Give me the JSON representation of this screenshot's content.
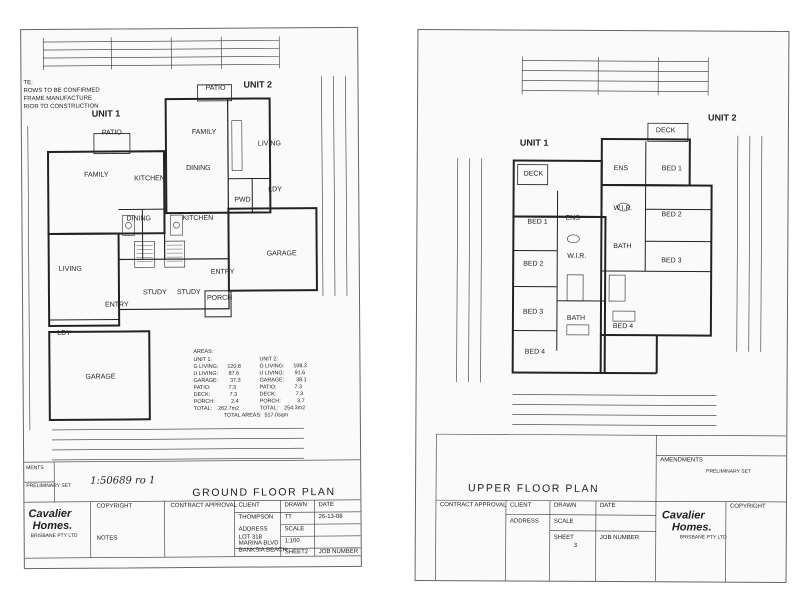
{
  "ground": {
    "notes": [
      "TE:",
      "ROWS TO BE CONFIRMED",
      "FRAME MANUFACTURE",
      "RIOR TO CONSTRUCTION"
    ],
    "unit1": "UNIT 1",
    "unit2": "UNIT 2",
    "rooms": {
      "patio1": "PATIO",
      "patio2": "PATIO",
      "family1": "FAMILY",
      "kitchen1": "KITCHEN",
      "dining1": "DINING",
      "living1": "LIVING",
      "study1": "STUDY",
      "entry1": "ENTRY",
      "ldy1": "LDY",
      "garage1": "GARAGE",
      "family2": "FAMILY",
      "dining2": "DINING",
      "kitchen2": "KITCHEN",
      "living2": "LIVING",
      "ldy2": "LDY",
      "garage2": "GARAGE",
      "study2": "STUDY",
      "entry2": "ENTRY",
      "porch2": "PORCH",
      "pwd2": "PWD"
    },
    "areas_title": "AREAS:",
    "areas_unit1": "UNIT 1:\nG LIVING:      120.8\nU LIVING:       87.6\nGARAGE:        37.3\nPATIO:            7.3\nDECK:             7.3\nPORCH:           2.4\nTOTAL:    262.7m2",
    "areas_unit2": "UNIT 2:\nG LIVING:      108.3\nU LIVING:       91.6\nGARAGE:        38.1\nPATIO:            7.3\nDECK:             7.3\nPORCH:           3.7\nTOTAL:    254.3m2",
    "total_areas": "TOTAL AREAS:  517.0sqm",
    "handwriting": "1:50689 ro 1",
    "title": "GROUND FLOOR PLAN",
    "titleblock": {
      "brand_line1": "Cavalier",
      "brand_line2": "Homes.",
      "brand_sub": "BRISBANE PTY LTD",
      "copyright": "COPYRIGHT",
      "contract_approval": "CONTRACT APPROVAL",
      "client_label": "CLIENT",
      "client_value": "THOMPSON",
      "address_label": "ADDRESS",
      "address_value": "LOT 318\nMARINA BLVD\nBANKSIA BEACH",
      "drawn_label": "DRAWN",
      "drawn_value": "TT",
      "date_label": "DATE",
      "date_value": "26-13-08",
      "scale_label": "SCALE",
      "scale_value": "1:100",
      "sheet_label": "SHEET",
      "sheet_value": "2",
      "job_label": "JOB NUMBER",
      "notes_label": "NOTES",
      "amend_label": "MENTS",
      "prelim": "PRELIMINARY SET"
    }
  },
  "upper": {
    "unit1": "UNIT 1",
    "unit2": "UNIT 2",
    "rooms": {
      "deck1": "DECK",
      "bed1_u1": "BED 1",
      "ens1": "ENS",
      "bed2_u1": "BED 2",
      "wir1": "W.I.R.",
      "bed3_u1": "BED 3",
      "bath1": "BATH",
      "bed4_u1": "BED 4",
      "deck2": "DECK",
      "ens2": "ENS",
      "bed1_u2": "BED 1",
      "wir2": "W.I.R.",
      "bed2_u2": "BED 2",
      "bath2": "BATH",
      "bed3_u2": "BED 3",
      "bed4_u2": "BED 4"
    },
    "title": "UPPER FLOOR PLAN",
    "titleblock": {
      "contract_approval": "CONTRACT APPROVAL",
      "client_label": "CLIENT",
      "address_label": "ADDRESS",
      "drawn_label": "DRAWN",
      "date_label": "DATE",
      "scale_label": "SCALE",
      "sheet_label": "SHEET",
      "sheet_value": "3",
      "job_label": "JOB NUMBER",
      "amendments": "AMENDMENTS",
      "prelim": "PRELIMINARY SET",
      "brand_line1": "Cavalier",
      "brand_line2": "Homes.",
      "brand_sub": "BRISBANE PTY LTD",
      "copyright": "COPYRIGHT"
    }
  }
}
